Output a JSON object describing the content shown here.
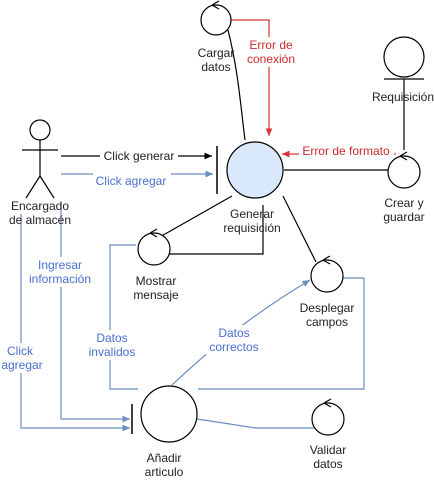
{
  "colors": {
    "black": "#000000",
    "blue": "#6c8ebf",
    "red": "#d63333",
    "text_blue": "#4a6fd0",
    "text_red": "#cc2a2a",
    "fill_light": "#dae8fc",
    "fill_white": "#ffffff"
  },
  "actor": {
    "line1": "Encargado",
    "line2": "de almacén"
  },
  "nodes": {
    "cargar_datos": {
      "line1": "Cargar",
      "line2": "datos"
    },
    "requisicion": {
      "line1": "Requisición"
    },
    "generar_requisicion": {
      "line1": "Generar",
      "line2": "requisición"
    },
    "crear_guardar": {
      "line1": "Crear y",
      "line2": "guardar"
    },
    "mostrar_mensaje": {
      "line1": "Mostrar",
      "line2": "mensaje"
    },
    "desplegar_campos": {
      "line1": "Desplegar",
      "line2": "campos"
    },
    "anadir_articulo": {
      "line1": "Añadir",
      "line2": "articulo"
    },
    "validar_datos": {
      "line1": "Validar",
      "line2": "datos"
    }
  },
  "edges": {
    "click_generar": "Click generar",
    "click_agregar_top": "Click agregar",
    "error_conexion": {
      "line1": "Error de",
      "line2": "conexión"
    },
    "error_formato": "Error de formato",
    "ingresar_informacion": {
      "line1": "Ingresar",
      "line2": "información"
    },
    "click_agregar_left": {
      "line1": "Click",
      "line2": "agregar"
    },
    "datos_invalidos": {
      "line1": "Datos",
      "line2": "invalidos"
    },
    "datos_correctos": {
      "line1": "Datos",
      "line2": "correctos"
    }
  }
}
